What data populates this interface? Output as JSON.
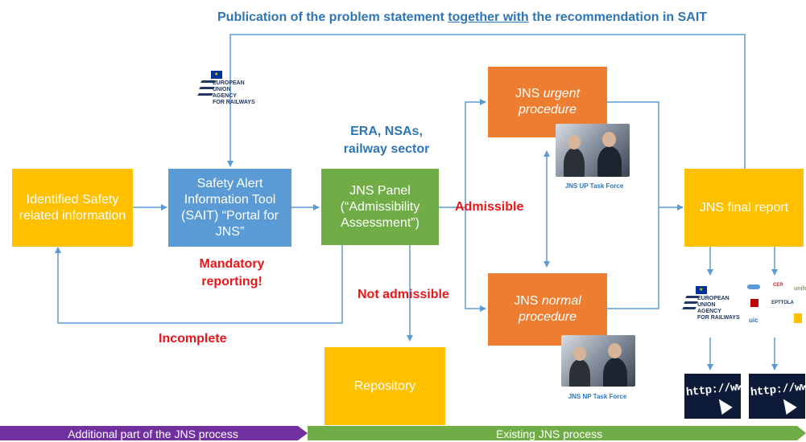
{
  "top_label": {
    "pre": "Publication of the problem statement ",
    "underlined": "together with",
    "post": " the recommendation in SAIT"
  },
  "boxes": {
    "identified": "Identified Safety related information",
    "sait": "Safety Alert Information Tool (SAIT) “Portal for JNS”",
    "panel": "JNS Panel (“Admissibility Assessment”)",
    "urgent_pre": "JNS ",
    "urgent_italic": "urgent procedure",
    "normal_pre": "JNS ",
    "normal_italic": "normal procedure",
    "final": "JNS final report",
    "repository": "Repository"
  },
  "labels": {
    "mandatory": "Mandatory reporting!",
    "incomplete": "Incomplete",
    "not_admissible": "Not admissible",
    "admissible": "Admissible",
    "stakeholders": "ERA, NSAs, railway sector",
    "up_task_force": "JNS UP Task Force",
    "np_task_force": "JNS NP Task Force"
  },
  "logo_text": [
    "EUROPEAN",
    "UNION",
    "AGENCY",
    "FOR RAILWAYS"
  ],
  "web_text": "http://www",
  "partner_logos": [
    "unife",
    "CER",
    "EPTTOLA",
    "uic"
  ],
  "bottom": {
    "additional": "Additional part of the JNS process",
    "existing": "Existing JNS process"
  },
  "colors": {
    "yellow": "#ffc000",
    "blue_box": "#5b9bd5",
    "green_box": "#70ad47",
    "orange_box": "#ed7d31",
    "arrow": "#5b9bd5",
    "red_text": "#e8171b",
    "label_blue": "#2e75b6",
    "purple_bar": "#7030a0",
    "green_bar": "#70ad47"
  }
}
